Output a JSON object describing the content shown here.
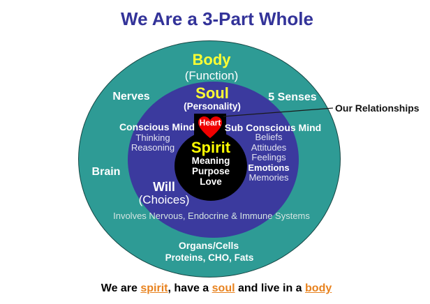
{
  "title": "We Are a 3-Part Whole",
  "colors": {
    "title_text": "#333399",
    "outer_ring": "#2E9B95",
    "middle_ring": "#3B3A9E",
    "center_circle": "#000000",
    "heart_red": "#F00000",
    "ring_label_yellow": "#FFFF33",
    "caption_highlight_orange": "#E8821E"
  },
  "diagram": {
    "outer_ring": {
      "label": "Body",
      "sublabel": "(Function)",
      "left_label": "Nerves",
      "right_label": "5 Senses",
      "lower_left_label": "Brain",
      "bottom_title": "Organs/Cells",
      "bottom_subtitle": "Proteins, CHO, Fats"
    },
    "middle_ring": {
      "label": "Soul",
      "sublabel": "(Personality)",
      "conscious_title": "Conscious Mind",
      "conscious_items": [
        "Thinking",
        "Reasoning"
      ],
      "subconscious_title": "Sub Conscious Mind",
      "subconscious_items": [
        "Beliefs",
        "Attitudes",
        "Feelings",
        "Emotions",
        "Memories"
      ],
      "will_label": "Will",
      "will_sublabel": "(Choices)",
      "systems_note": "Involves Nervous, Endocrine & Immune Systems"
    },
    "center": {
      "label": "Spirit",
      "items": [
        "Meaning",
        "Purpose",
        "Love"
      ],
      "heart_label": "Heart"
    },
    "callout_label": "Our Relationships"
  },
  "caption": {
    "seg1": "We are ",
    "word1": "spirit",
    "seg2": ", have a ",
    "word2": "soul",
    "seg3": " and live in a ",
    "word3": "body"
  }
}
